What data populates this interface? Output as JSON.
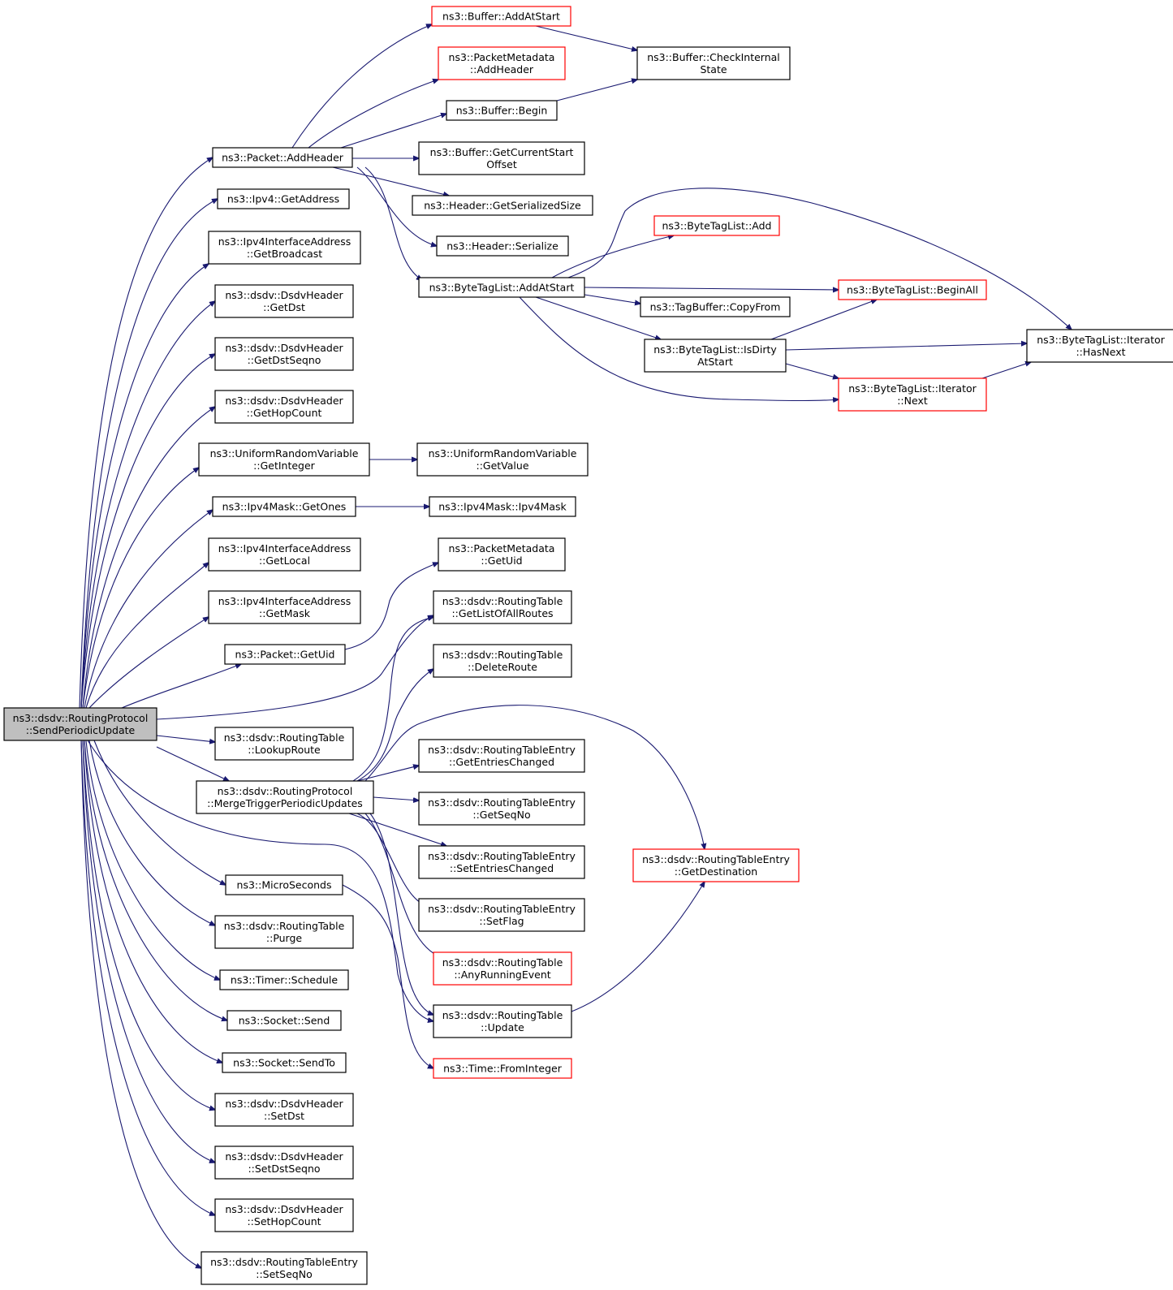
{
  "graph": {
    "title": "ns3::dsdv::RoutingProtocol::SendPeriodicUpdate call graph",
    "colors": {
      "edge": "#191970",
      "node_border": "#000000",
      "unresolved_border": "#ff0000",
      "root_fill": "#bfbfbf"
    },
    "nodes": [
      {
        "id": "root",
        "lines": [
          "ns3::dsdv::RoutingProtocol",
          "::SendPeriodicUpdate"
        ],
        "style": "root"
      },
      {
        "id": "pkt_addheader",
        "lines": [
          "ns3::Packet::AddHeader"
        ],
        "style": "normal"
      },
      {
        "id": "ipv4_getaddress",
        "lines": [
          "ns3::Ipv4::GetAddress"
        ],
        "style": "normal"
      },
      {
        "id": "ifaddr_getbroadcast",
        "lines": [
          "ns3::Ipv4InterfaceAddress",
          "::GetBroadcast"
        ],
        "style": "normal"
      },
      {
        "id": "dsdvh_getdst",
        "lines": [
          "ns3::dsdv::DsdvHeader",
          "::GetDst"
        ],
        "style": "normal"
      },
      {
        "id": "dsdvh_getdstseqno",
        "lines": [
          "ns3::dsdv::DsdvHeader",
          "::GetDstSeqno"
        ],
        "style": "normal"
      },
      {
        "id": "dsdvh_gethopcount",
        "lines": [
          "ns3::dsdv::DsdvHeader",
          "::GetHopCount"
        ],
        "style": "normal"
      },
      {
        "id": "urv_getinteger",
        "lines": [
          "ns3::UniformRandomVariable",
          "::GetInteger"
        ],
        "style": "normal"
      },
      {
        "id": "mask_getones",
        "lines": [
          "ns3::Ipv4Mask::GetOnes"
        ],
        "style": "normal"
      },
      {
        "id": "ifaddr_getlocal",
        "lines": [
          "ns3::Ipv4InterfaceAddress",
          "::GetLocal"
        ],
        "style": "normal"
      },
      {
        "id": "ifaddr_getmask",
        "lines": [
          "ns3::Ipv4InterfaceAddress",
          "::GetMask"
        ],
        "style": "normal"
      },
      {
        "id": "pkt_getuid",
        "lines": [
          "ns3::Packet::GetUid"
        ],
        "style": "normal"
      },
      {
        "id": "rt_lookuproute",
        "lines": [
          "ns3::dsdv::RoutingTable",
          "::LookupRoute"
        ],
        "style": "normal"
      },
      {
        "id": "rp_merge",
        "lines": [
          "ns3::dsdv::RoutingProtocol",
          "::MergeTriggerPeriodicUpdates"
        ],
        "style": "normal"
      },
      {
        "id": "microseconds",
        "lines": [
          "ns3::MicroSeconds"
        ],
        "style": "normal"
      },
      {
        "id": "rt_purge",
        "lines": [
          "ns3::dsdv::RoutingTable",
          "::Purge"
        ],
        "style": "normal"
      },
      {
        "id": "timer_schedule",
        "lines": [
          "ns3::Timer::Schedule"
        ],
        "style": "normal"
      },
      {
        "id": "socket_send",
        "lines": [
          "ns3::Socket::Send"
        ],
        "style": "normal"
      },
      {
        "id": "socket_sendto",
        "lines": [
          "ns3::Socket::SendTo"
        ],
        "style": "normal"
      },
      {
        "id": "dsdvh_setdst",
        "lines": [
          "ns3::dsdv::DsdvHeader",
          "::SetDst"
        ],
        "style": "normal"
      },
      {
        "id": "dsdvh_setdstseqno",
        "lines": [
          "ns3::dsdv::DsdvHeader",
          "::SetDstSeqno"
        ],
        "style": "normal"
      },
      {
        "id": "dsdvh_sethopcount",
        "lines": [
          "ns3::dsdv::DsdvHeader",
          "::SetHopCount"
        ],
        "style": "normal"
      },
      {
        "id": "rte_setseqno",
        "lines": [
          "ns3::dsdv::RoutingTableEntry",
          "::SetSeqNo"
        ],
        "style": "normal"
      },
      {
        "id": "buf_addatstart",
        "lines": [
          "ns3::Buffer::AddAtStart"
        ],
        "style": "red"
      },
      {
        "id": "pm_addheader",
        "lines": [
          "ns3::PacketMetadata",
          "::AddHeader"
        ],
        "style": "red"
      },
      {
        "id": "buf_begin",
        "lines": [
          "ns3::Buffer::Begin"
        ],
        "style": "normal"
      },
      {
        "id": "buf_getcurrentstartoffset",
        "lines": [
          "ns3::Buffer::GetCurrentStart",
          "Offset"
        ],
        "style": "normal"
      },
      {
        "id": "hdr_getserializedsize",
        "lines": [
          "ns3::Header::GetSerializedSize"
        ],
        "style": "normal"
      },
      {
        "id": "hdr_serialize",
        "lines": [
          "ns3::Header::Serialize"
        ],
        "style": "normal"
      },
      {
        "id": "btl_addatstart",
        "lines": [
          "ns3::ByteTagList::AddAtStart"
        ],
        "style": "normal"
      },
      {
        "id": "urv_getvalue",
        "lines": [
          "ns3::UniformRandomVariable",
          "::GetValue"
        ],
        "style": "normal"
      },
      {
        "id": "mask_ipv4mask",
        "lines": [
          "ns3::Ipv4Mask::Ipv4Mask"
        ],
        "style": "normal"
      },
      {
        "id": "pm_getuid",
        "lines": [
          "ns3::PacketMetadata",
          "::GetUid"
        ],
        "style": "normal"
      },
      {
        "id": "rt_getlistofallroutes",
        "lines": [
          "ns3::dsdv::RoutingTable",
          "::GetListOfAllRoutes"
        ],
        "style": "normal"
      },
      {
        "id": "rt_deleteroute",
        "lines": [
          "ns3::dsdv::RoutingTable",
          "::DeleteRoute"
        ],
        "style": "normal"
      },
      {
        "id": "rte_getentrieschanged",
        "lines": [
          "ns3::dsdv::RoutingTableEntry",
          "::GetEntriesChanged"
        ],
        "style": "normal"
      },
      {
        "id": "rte_getseqno",
        "lines": [
          "ns3::dsdv::RoutingTableEntry",
          "::GetSeqNo"
        ],
        "style": "normal"
      },
      {
        "id": "rte_setentrieschanged",
        "lines": [
          "ns3::dsdv::RoutingTableEntry",
          "::SetEntriesChanged"
        ],
        "style": "normal"
      },
      {
        "id": "rte_setflag",
        "lines": [
          "ns3::dsdv::RoutingTableEntry",
          "::SetFlag"
        ],
        "style": "normal"
      },
      {
        "id": "rt_anyrunningevent",
        "lines": [
          "ns3::dsdv::RoutingTable",
          "::AnyRunningEvent"
        ],
        "style": "red"
      },
      {
        "id": "rt_update",
        "lines": [
          "ns3::dsdv::RoutingTable",
          "::Update"
        ],
        "style": "normal"
      },
      {
        "id": "time_frominteger",
        "lines": [
          "ns3::Time::FromInteger"
        ],
        "style": "red"
      },
      {
        "id": "buf_checkinternalstate",
        "lines": [
          "ns3::Buffer::CheckInternal",
          "State"
        ],
        "style": "normal"
      },
      {
        "id": "btl_add",
        "lines": [
          "ns3::ByteTagList::Add"
        ],
        "style": "red"
      },
      {
        "id": "tagbuf_copyfrom",
        "lines": [
          "ns3::TagBuffer::CopyFrom"
        ],
        "style": "normal"
      },
      {
        "id": "btl_isdirtyatstart",
        "lines": [
          "ns3::ByteTagList::IsDirty",
          "AtStart"
        ],
        "style": "normal"
      },
      {
        "id": "rte_getdestination",
        "lines": [
          "ns3::dsdv::RoutingTableEntry",
          "::GetDestination"
        ],
        "style": "red"
      },
      {
        "id": "btl_beginall",
        "lines": [
          "ns3::ByteTagList::BeginAll"
        ],
        "style": "red"
      },
      {
        "id": "btl_iter_next",
        "lines": [
          "ns3::ByteTagList::Iterator",
          "::Next"
        ],
        "style": "red"
      },
      {
        "id": "btl_iter_hasnext",
        "lines": [
          "ns3::ByteTagList::Iterator",
          "::HasNext"
        ],
        "style": "normal"
      }
    ]
  }
}
